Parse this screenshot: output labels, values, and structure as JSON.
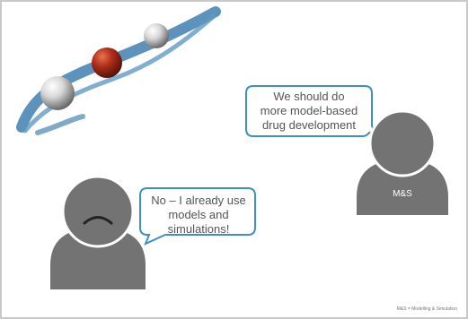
{
  "speech_right": "We should do\nmore model-based\ndrug development",
  "speech_left": "No – I already use\nmodels and simulations!",
  "avatar_label": "M&S",
  "footnote": "M&S = Modelling & Simulation",
  "colors": {
    "curve": "#4a86b4",
    "bubble_border": "#3f8fc4",
    "avatar": "#737373",
    "sphere_red": "#b0301c",
    "sphere_silver": "#d9d9d9"
  },
  "icons": {
    "logo": "ribbon-with-spheres-icon",
    "avatar_right": "person-icon",
    "avatar_left": "sad-person-icon"
  }
}
